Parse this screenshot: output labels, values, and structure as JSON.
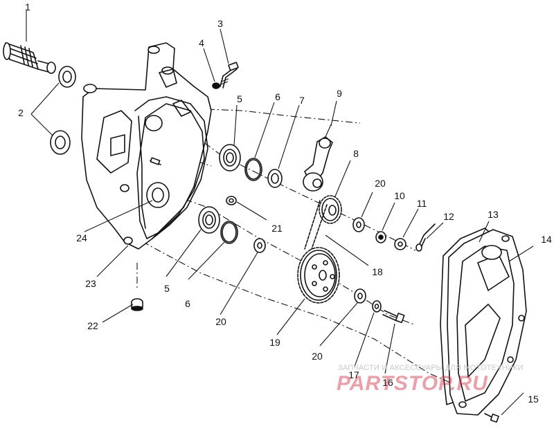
{
  "callouts": [
    "1",
    "2",
    "3",
    "4",
    "5",
    "6",
    "7",
    "9",
    "8",
    "20",
    "10",
    "11",
    "12",
    "13",
    "14",
    "21",
    "24",
    "5",
    "6",
    "20",
    "18",
    "23",
    "22",
    "19",
    "20",
    "17",
    "16",
    "15"
  ],
  "watermark": {
    "caption": "ЗАПЧАСТИ И АКСЕССУАРЫ ДЛЯ МОТОТЕХНИКИ",
    "site": "PARTSTOP.RU"
  }
}
